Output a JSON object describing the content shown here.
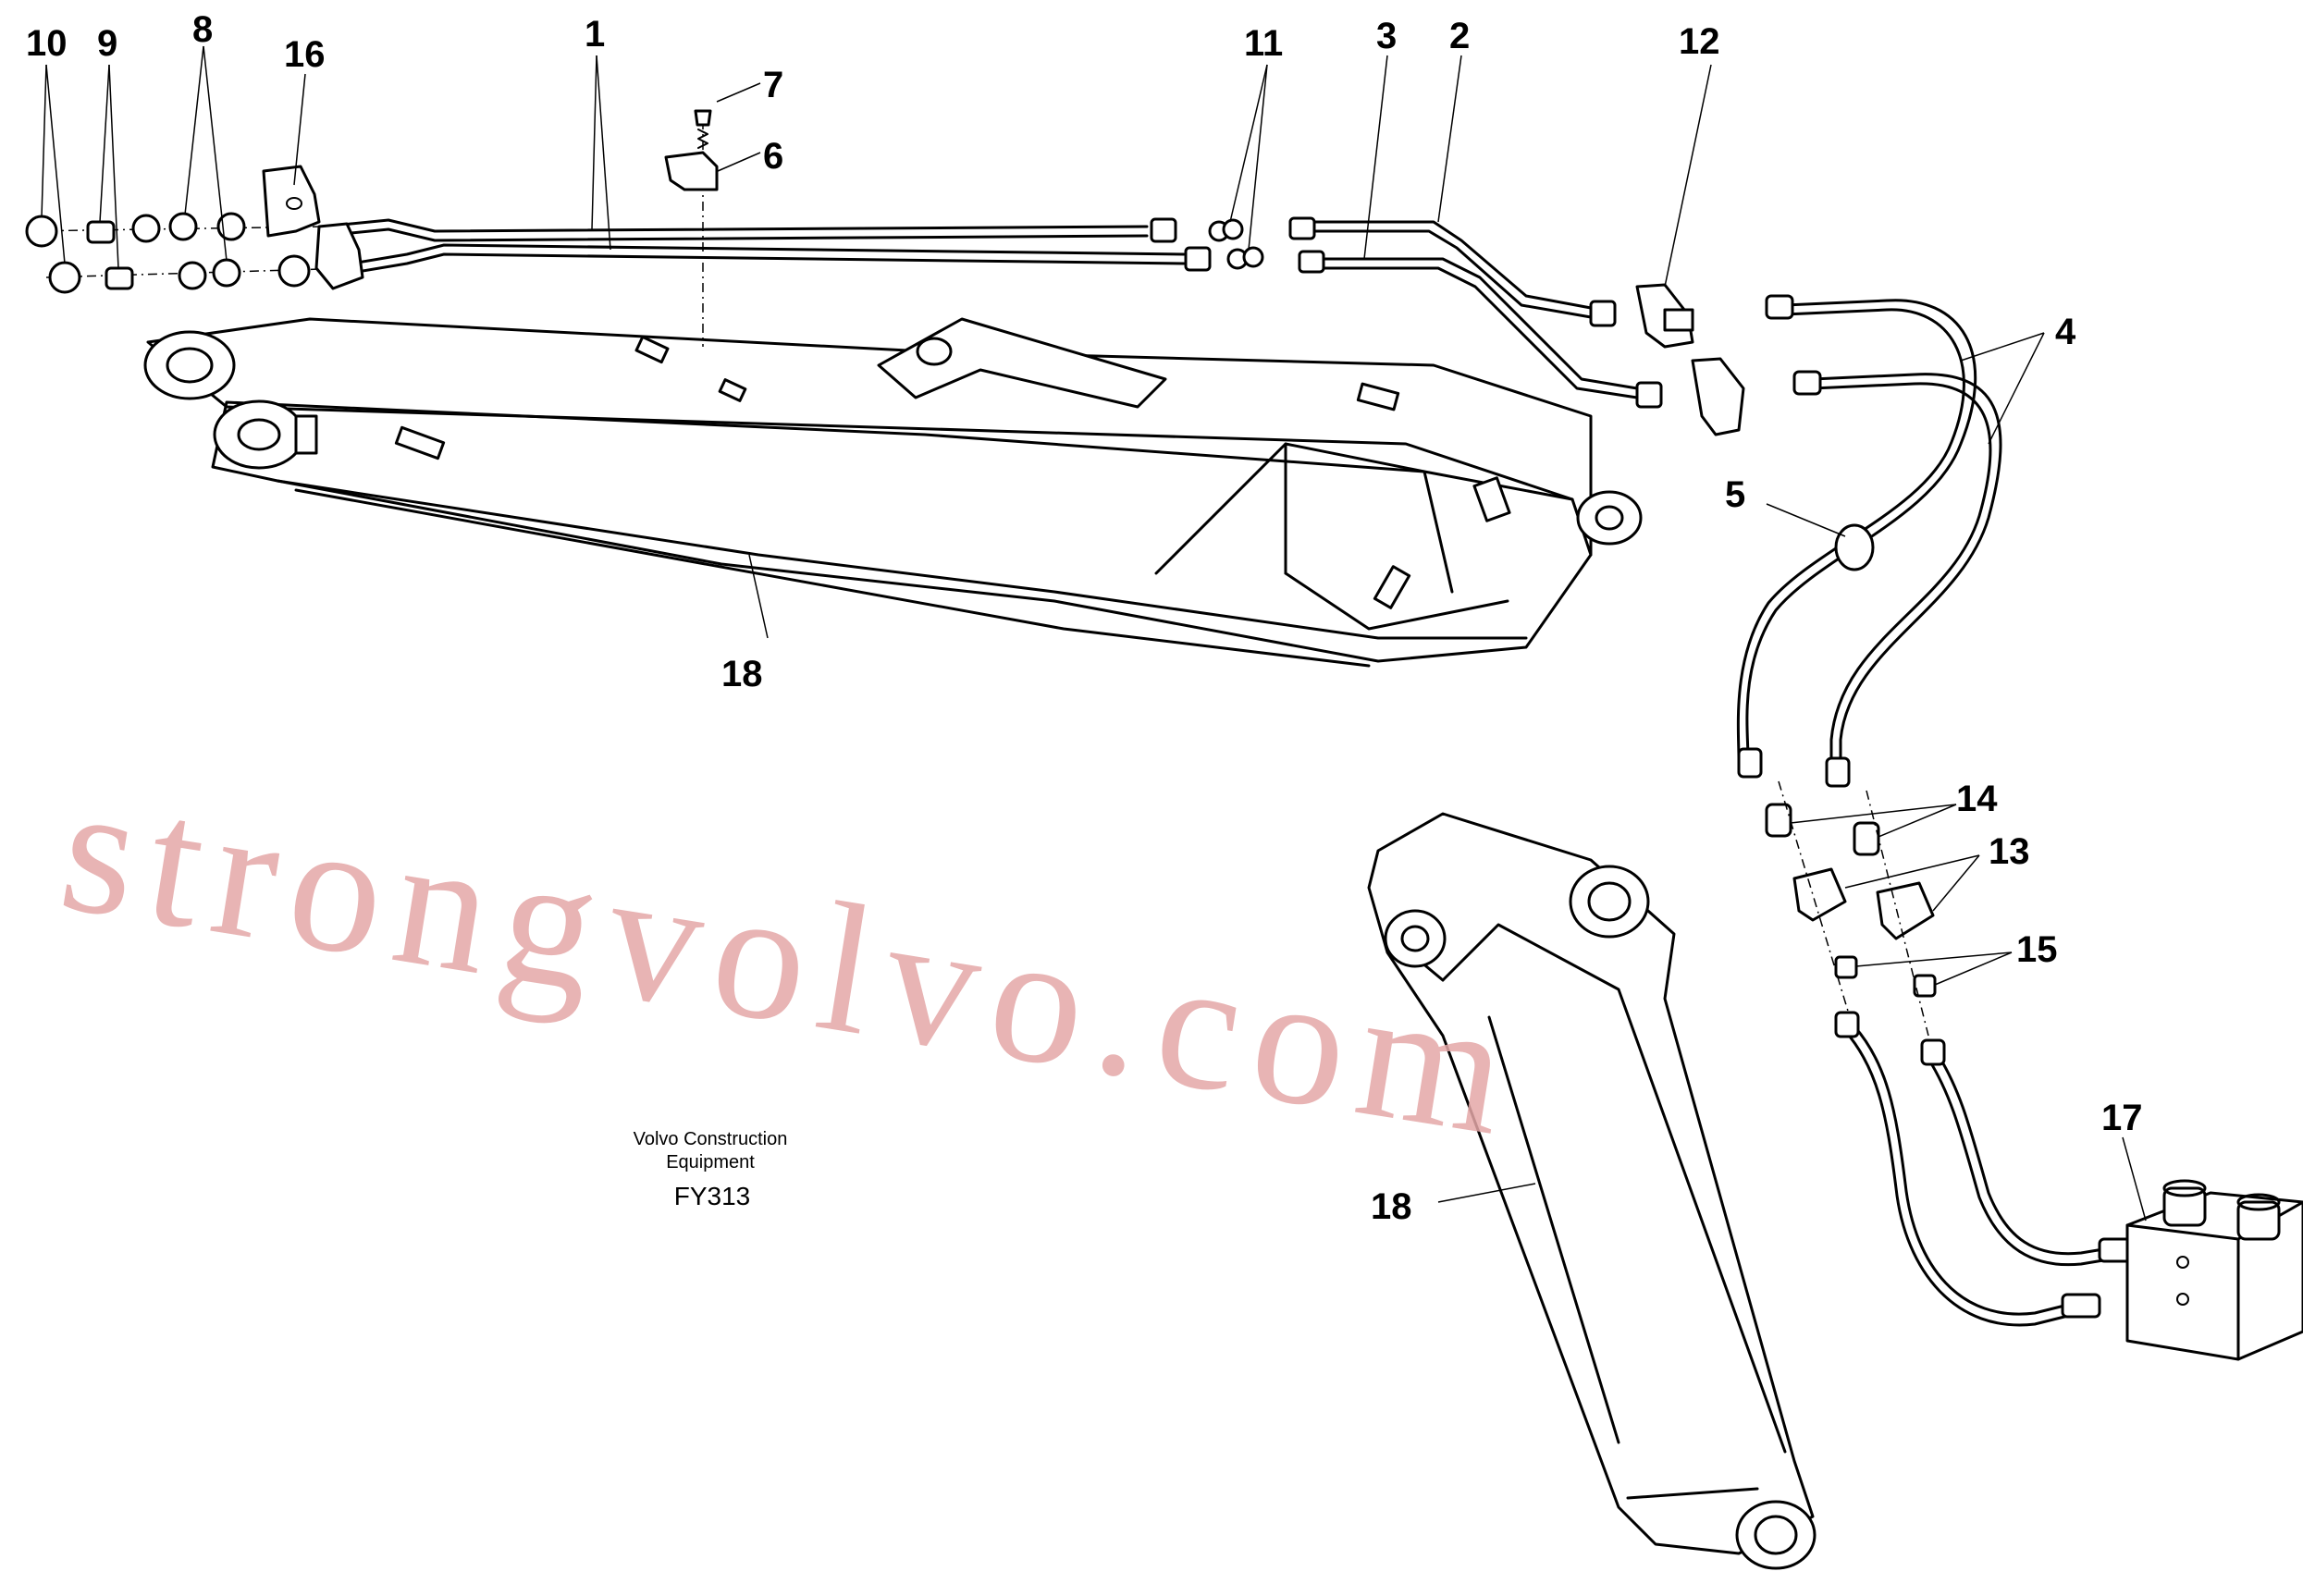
{
  "diagram": {
    "callouts": [
      {
        "id": "c1",
        "text": "1"
      },
      {
        "id": "c2",
        "text": "2"
      },
      {
        "id": "c3",
        "text": "3"
      },
      {
        "id": "c4",
        "text": "4"
      },
      {
        "id": "c5",
        "text": "5"
      },
      {
        "id": "c6",
        "text": "6"
      },
      {
        "id": "c7",
        "text": "7"
      },
      {
        "id": "c8",
        "text": "8"
      },
      {
        "id": "c9",
        "text": "9"
      },
      {
        "id": "c10",
        "text": "10"
      },
      {
        "id": "c11",
        "text": "11"
      },
      {
        "id": "c12",
        "text": "12"
      },
      {
        "id": "c13",
        "text": "13"
      },
      {
        "id": "c14",
        "text": "14"
      },
      {
        "id": "c15",
        "text": "15"
      },
      {
        "id": "c16",
        "text": "16"
      },
      {
        "id": "c17",
        "text": "17"
      },
      {
        "id": "c18a",
        "text": "18"
      },
      {
        "id": "c18b",
        "text": "18"
      }
    ],
    "caption": {
      "line1": "Volvo Construction",
      "line2": "Equipment",
      "code": "FY313"
    },
    "watermark": "strongvolvo.com"
  }
}
